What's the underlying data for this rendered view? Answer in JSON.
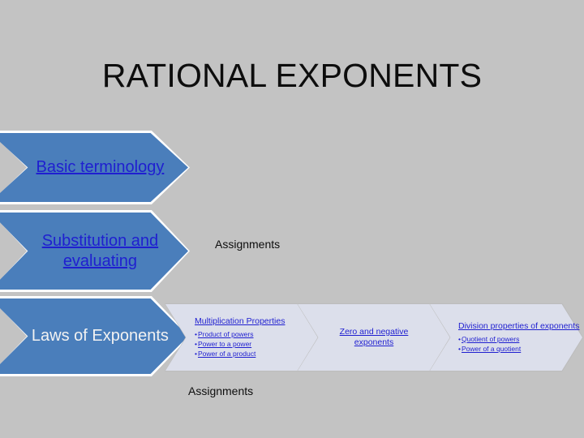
{
  "slide": {
    "title": "RATIONAL EXPONENTS",
    "background_color": "#c3c3c3"
  },
  "colors": {
    "chevron_blue": "#4a7ebb",
    "chevron_gray": "#dcdfeb",
    "link_blue": "#1f1fd0",
    "white_text": "#f2f2f2",
    "title_black": "#0d0d0d"
  },
  "blue_chevrons": [
    {
      "label": "Basic terminology",
      "style": "link"
    },
    {
      "label": "Substitution and evaluating",
      "style": "link"
    },
    {
      "label": "Laws of Exponents",
      "style": "plain"
    }
  ],
  "gray_chevrons": [
    {
      "heading": "Multiplication Properties",
      "align": "left",
      "bullets": [
        "Product of powers",
        "Power to a power",
        "Power of a product"
      ]
    },
    {
      "heading": "Zero and negative exponents",
      "align": "center",
      "bullets": []
    },
    {
      "heading": "Division properties of exponents",
      "align": "left",
      "bullets": [
        "Quotient of powers",
        "Power of a quotient"
      ]
    }
  ],
  "assignments": [
    {
      "label": "Assignments"
    },
    {
      "label": "Assignments"
    }
  ],
  "bullet_glyph": "•"
}
